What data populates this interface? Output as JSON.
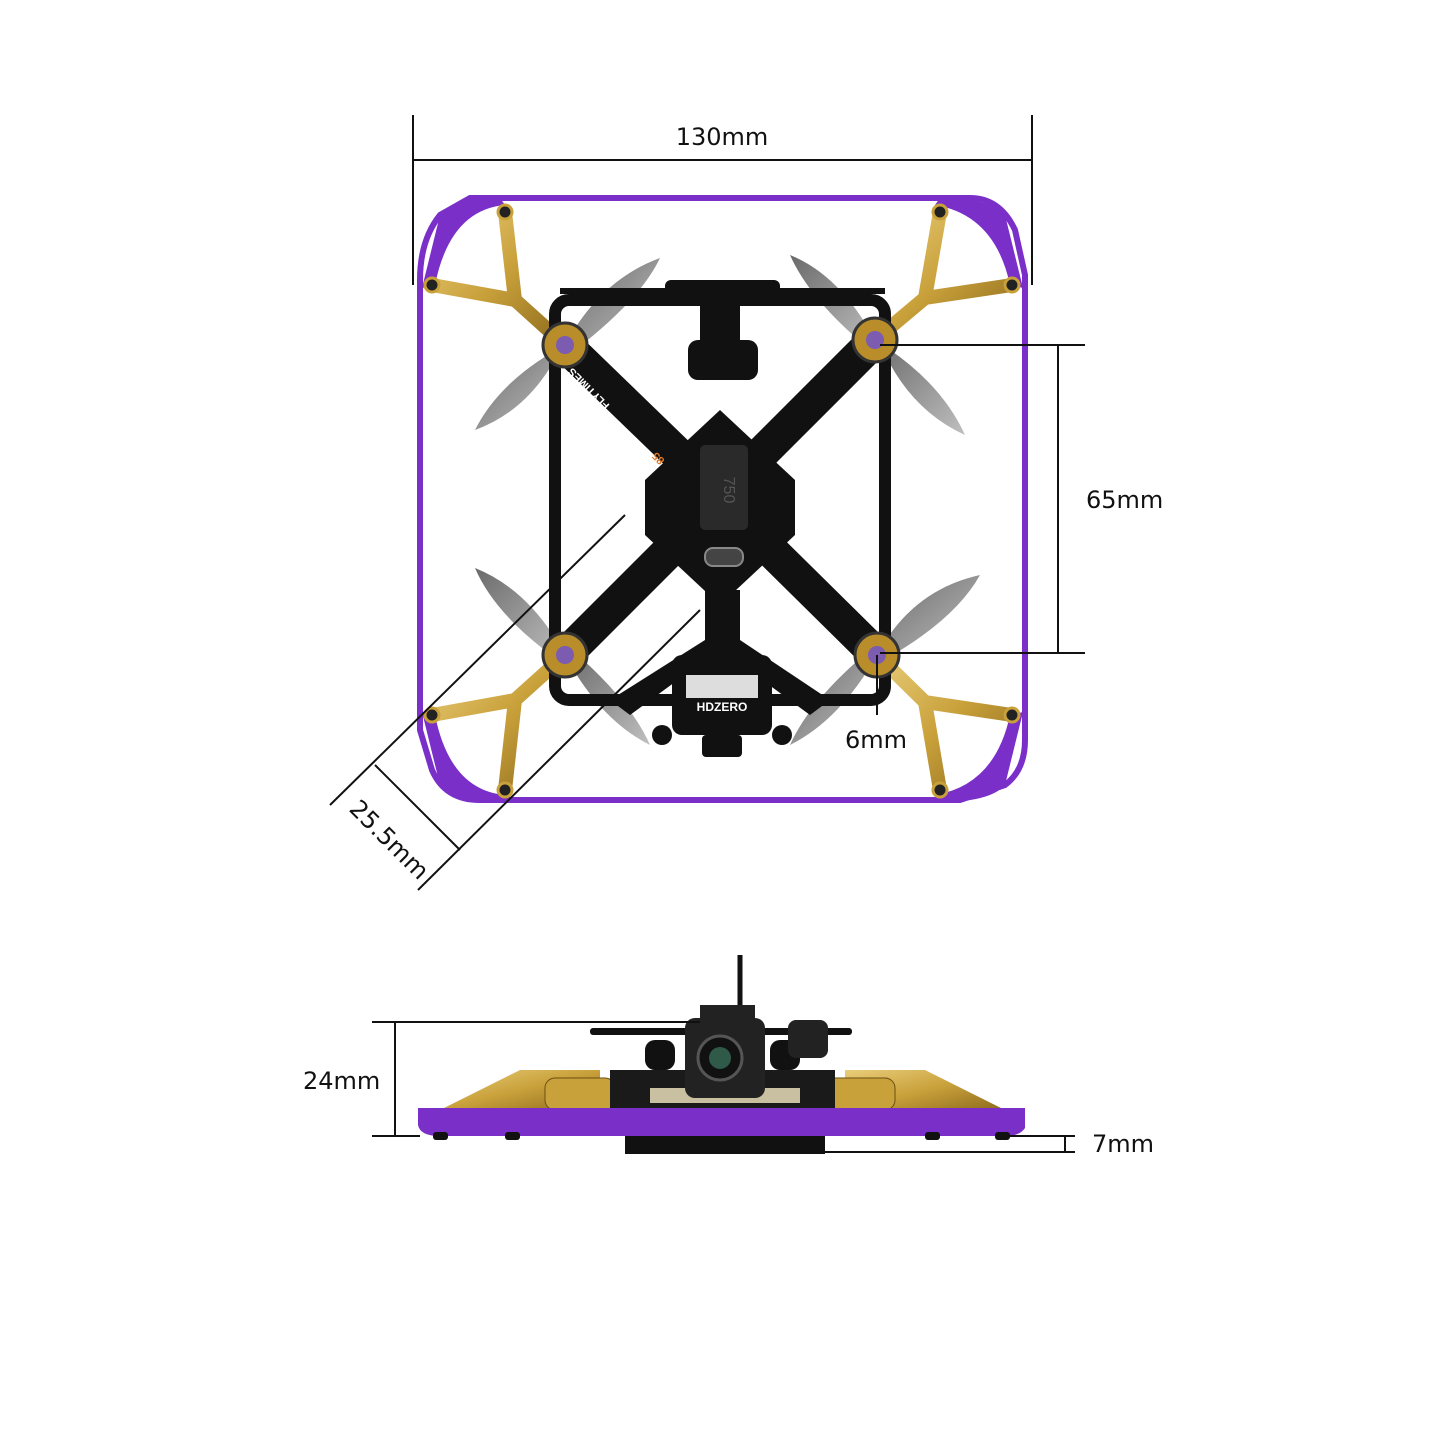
{
  "dimensions": {
    "width": "130mm",
    "motor_spacing": "65mm",
    "motor_shaft": "6mm",
    "prop_clearance": "25.5mm",
    "height": "24mm",
    "ground_clearance": "7mm"
  },
  "frame_labels": {
    "model": "FLYTIMES",
    "model_suffix": "85",
    "camera_brand": "HDZERO",
    "vtx_mark": "750"
  },
  "colors": {
    "guard": "#7b2fc9",
    "arms": "#c9a13b",
    "frame": "#111111",
    "props": "#8a8a8a"
  }
}
